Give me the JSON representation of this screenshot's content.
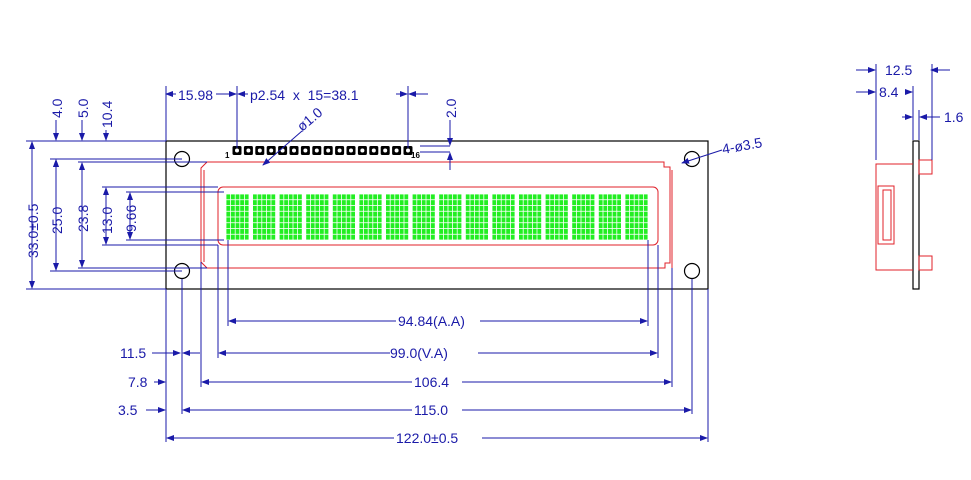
{
  "dimensions": {
    "top_pin_offset": "15.98",
    "top_pitch": "p2.54  x  15=38.1",
    "top_pin_drop": "2.0",
    "pin_hole": "ø1.0",
    "mount_holes": "4-ø3.5",
    "pin_first": "1",
    "pin_last": "16",
    "left_4_0": "4.0",
    "left_5_0": "5.0",
    "left_10_4": "10.4",
    "left_33": "33.0±0.5",
    "left_25": "25.0",
    "left_23_8": "23.8",
    "left_13": "13.0",
    "left_9_66": "9.66",
    "bottom_aa": "94.84(A.A)",
    "bottom_va": "99.0(V.A)",
    "bottom_106": "106.4",
    "bottom_115": "115.0",
    "bottom_122": "122.0±0.5",
    "bottom_11_5": "11.5",
    "bottom_7_8": "7.8",
    "bottom_3_5": "3.5",
    "side_12_5": "12.5",
    "side_8_4": "8.4",
    "side_1_6": "1.6"
  },
  "colors": {
    "dimension": "#1a1aa8",
    "outline": "#000000",
    "bezel": "#e0202a",
    "pixels": "#22ee22"
  },
  "display": {
    "characters": 16,
    "columns": 5,
    "rows": 8,
    "pins": 16
  }
}
